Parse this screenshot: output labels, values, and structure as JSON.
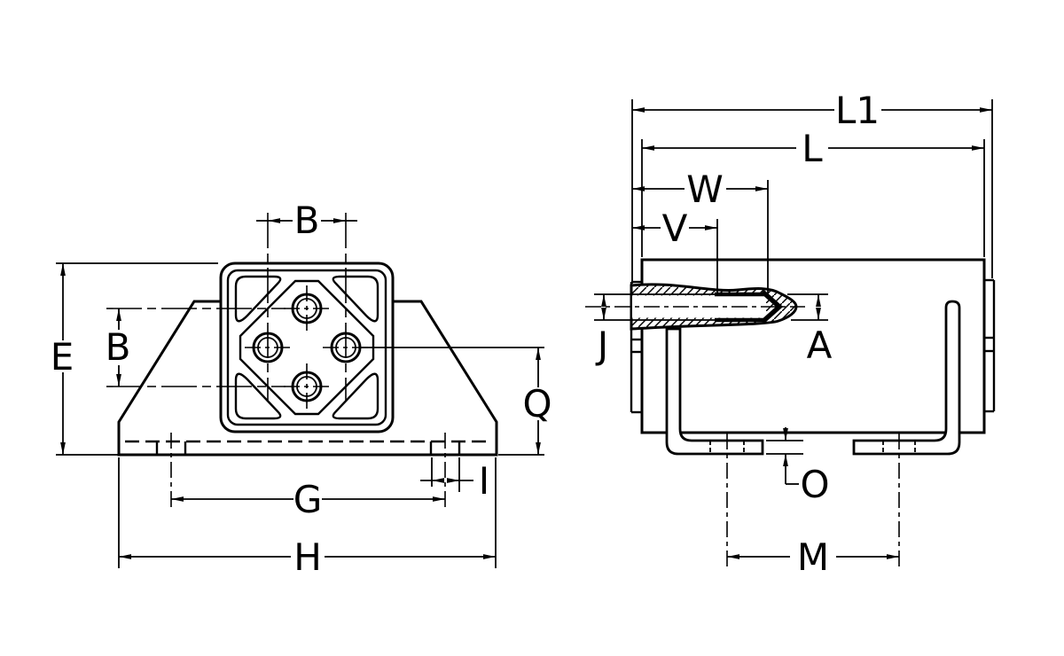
{
  "page": {
    "background": "#ffffff",
    "line_color": "#000000"
  },
  "views": {
    "front": {
      "title": "front-view-bracket-with-square-flange",
      "dimensions": {
        "b_top": "B",
        "b_left": "B",
        "e": "E",
        "q": "Q",
        "g": "G",
        "h": "H",
        "i": "I"
      }
    },
    "side": {
      "title": "side-section-view-with-terminal-tongue",
      "dimensions": {
        "l1": "L1",
        "l": "L",
        "w": "W",
        "v": "V",
        "j": "J",
        "a": "A",
        "o": "O",
        "m": "M"
      }
    }
  }
}
